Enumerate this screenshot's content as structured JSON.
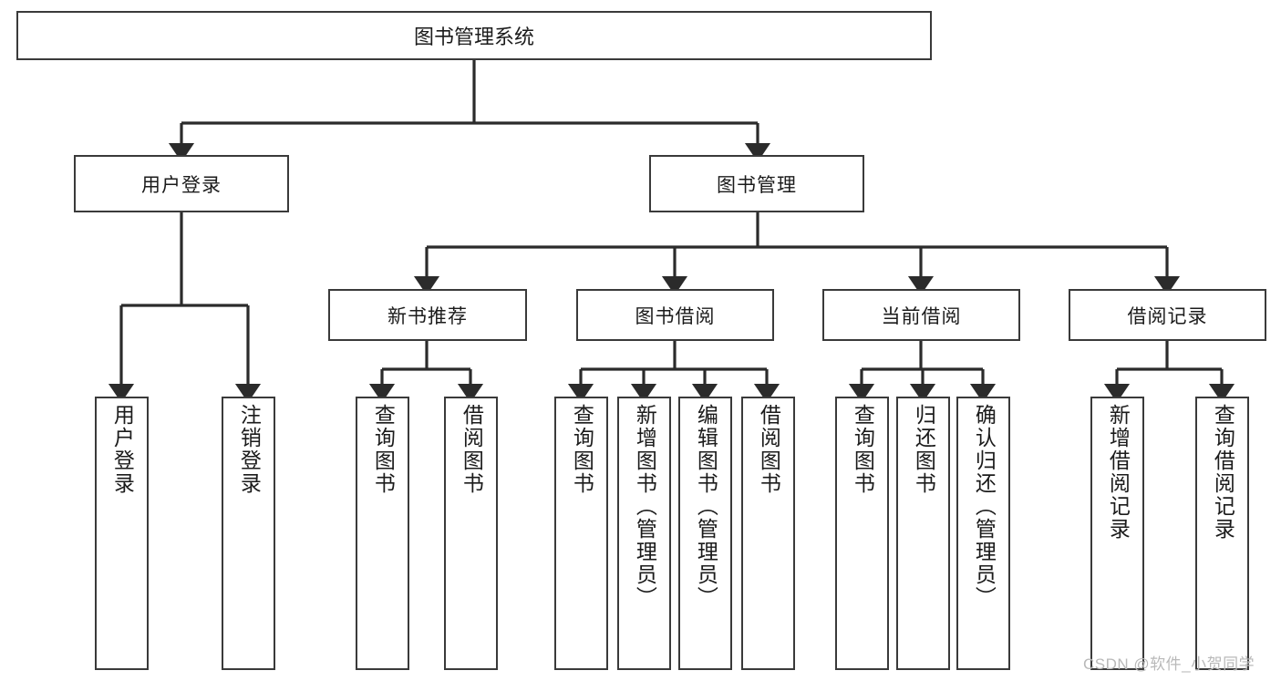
{
  "diagram": {
    "type": "tree",
    "title": "图书管理系统",
    "watermark": "CSDN @软件_小贺同学",
    "root": {
      "label": "图书管理系统"
    },
    "level1": [
      {
        "id": "user-login",
        "label": "用户登录"
      },
      {
        "id": "book-manage",
        "label": "图书管理"
      }
    ],
    "level2": [
      {
        "id": "new-book-recommend",
        "label": "新书推荐",
        "parent": "book-manage"
      },
      {
        "id": "book-borrow",
        "label": "图书借阅",
        "parent": "book-manage"
      },
      {
        "id": "current-borrow",
        "label": "当前借阅",
        "parent": "book-manage"
      },
      {
        "id": "borrow-record",
        "label": "借阅记录",
        "parent": "book-manage"
      }
    ],
    "leaves": [
      {
        "id": "leaf-user-login",
        "label": "用户登录",
        "parent": "user-login"
      },
      {
        "id": "leaf-logout-login",
        "label": "注销登录",
        "parent": "user-login"
      },
      {
        "id": "leaf-query-book-1",
        "label": "查询图书",
        "parent": "new-book-recommend"
      },
      {
        "id": "leaf-borrow-book-1",
        "label": "借阅图书",
        "parent": "new-book-recommend"
      },
      {
        "id": "leaf-query-book-2",
        "label": "查询图书",
        "parent": "book-borrow"
      },
      {
        "id": "leaf-add-book-admin",
        "label": "新增图书（管理员）",
        "parent": "book-borrow"
      },
      {
        "id": "leaf-edit-book-admin",
        "label": "编辑图书（管理员）",
        "parent": "book-borrow"
      },
      {
        "id": "leaf-borrow-book-2",
        "label": "借阅图书",
        "parent": "book-borrow"
      },
      {
        "id": "leaf-query-book-3",
        "label": "查询图书",
        "parent": "current-borrow"
      },
      {
        "id": "leaf-return-book",
        "label": "归还图书",
        "parent": "current-borrow"
      },
      {
        "id": "leaf-confirm-return-admin",
        "label": "确认归还（管理员）",
        "parent": "current-borrow"
      },
      {
        "id": "leaf-add-borrow-record",
        "label": "新增借阅记录",
        "parent": "borrow-record"
      },
      {
        "id": "leaf-query-borrow-record",
        "label": "查询借阅记录",
        "parent": "borrow-record"
      }
    ],
    "colors": {
      "border": "#3a3a3a",
      "text": "#1b1b1b",
      "edge": "#2b2b2b",
      "background": "#ffffff",
      "watermark": "#b9b9b9"
    }
  }
}
